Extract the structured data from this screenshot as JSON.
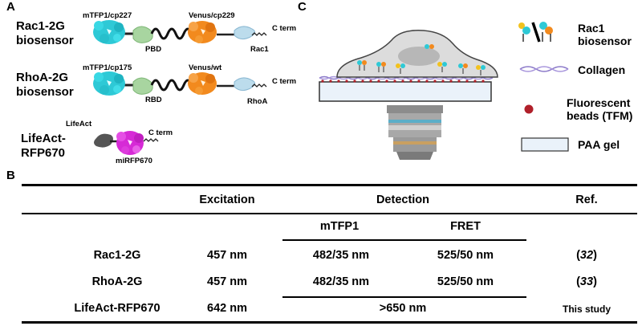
{
  "panel_a": {
    "letter": "A",
    "sensors": [
      {
        "name_line1": "Rac1-2G",
        "name_line2": "biosensor",
        "donor_label": "mTFP1/cp227",
        "binding_label": "PBD",
        "acceptor_label": "Venus/cp229",
        "gtpase_label": "Rac1",
        "cterm_label": "C term"
      },
      {
        "name_line1": "RhoA-2G",
        "name_line2": "biosensor",
        "donor_label": "mTFP1/cp175",
        "binding_label": "RBD",
        "acceptor_label": "Venus/wt",
        "gtpase_label": "RhoA",
        "cterm_label": "C term"
      }
    ],
    "lifeact": {
      "name_line1": "LifeAct-",
      "name_line2": "RFP670",
      "peptide_label": "LifeAct",
      "fp_label": "miRFP670",
      "cterm_label": "C term"
    }
  },
  "panel_b": {
    "letter": "B",
    "headers": {
      "excitation": "Excitation",
      "detection": "Detection",
      "ref": "Ref.",
      "mtfp1": "mTFP1",
      "fret": "FRET"
    },
    "rows": [
      {
        "name": "Rac1-2G",
        "excitation": "457 nm",
        "mtfp1": "482/35 nm",
        "fret": "525/50 nm",
        "ref_open": "(",
        "ref_num": "32",
        "ref_close": ")"
      },
      {
        "name": "RhoA-2G",
        "excitation": "457 nm",
        "mtfp1": "482/35 nm",
        "fret": "525/50 nm",
        "ref_open": "(",
        "ref_num": "33",
        "ref_close": ")"
      },
      {
        "name": "LifeAct-RFP670",
        "excitation": "642 nm",
        "detection": ">650 nm",
        "ref": "This study"
      }
    ]
  },
  "panel_c": {
    "letter": "C",
    "legend": [
      {
        "line1": "Rac1",
        "line2": "biosensor",
        "icon": "rac1-biosensor-icon"
      },
      {
        "line1": "Collagen",
        "line2": "",
        "icon": "collagen-icon"
      },
      {
        "line1": "Fluorescent",
        "line2": "beads (TFM)",
        "icon": "bead-icon"
      },
      {
        "line1": "PAA gel",
        "line2": "",
        "icon": "paa-gel-icon"
      }
    ]
  },
  "colors": {
    "cyan_fp": "#2ec9d6",
    "binding_domain": "#a8d5a0",
    "venus": "#f28a1e",
    "gtpase": "#bcdcec",
    "magenta_fp": "#d62ad6",
    "lifeact": "#555555",
    "cell": "#dcdcdc",
    "collagen": "#8a78c8",
    "bead": "#b0202a",
    "gel": "#eaf2fa"
  }
}
